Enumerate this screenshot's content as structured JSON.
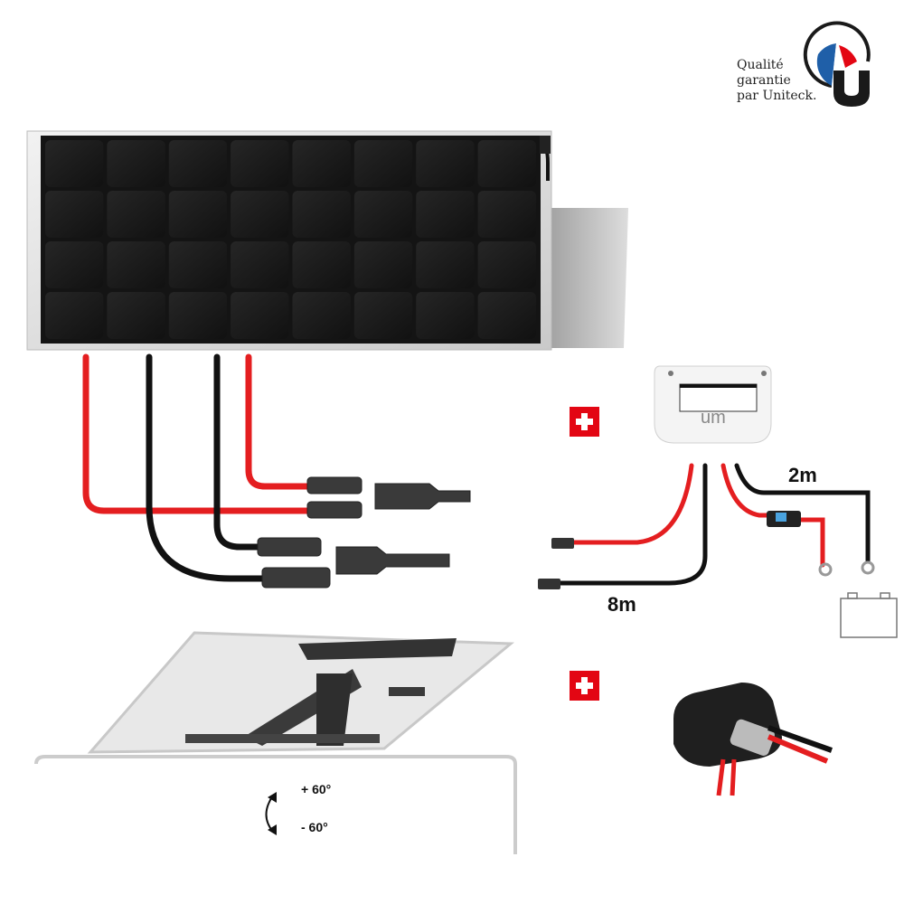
{
  "badge": {
    "lines": [
      "Qualité",
      "garantie",
      "par Uniteck."
    ],
    "colors": {
      "blue": "#1f5fa8",
      "red": "#e30613",
      "dark": "#1a1a1a"
    }
  },
  "kit": {
    "battery_cable_length": "2m",
    "panel_cable_length": "8m",
    "tilt_up": "+ 60°",
    "tilt_down": "- 60°"
  },
  "icons": [
    "plus-icon",
    "plus-icon",
    "battery-icon",
    "rotate-arrow-icon"
  ],
  "colors": {
    "cable_red": "#e41e20",
    "cable_black": "#111111",
    "plus": "#e30613"
  }
}
